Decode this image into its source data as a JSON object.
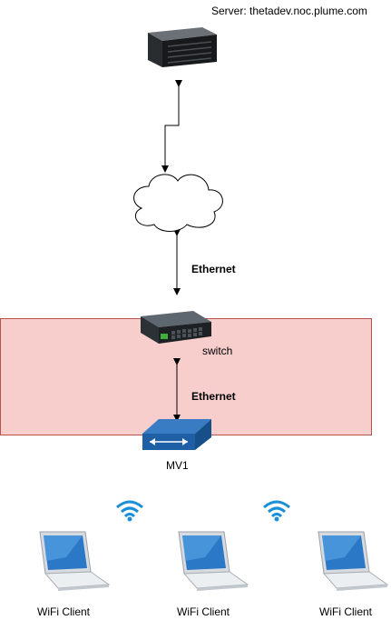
{
  "server": {
    "label": "Server: thetadev.noc.plume.com"
  },
  "links": {
    "upper_label": "Ethernet",
    "lower_label": "Ethernet"
  },
  "switch": {
    "label": "switch"
  },
  "router": {
    "label": "MV1"
  },
  "clients": [
    {
      "label": "WiFi Client"
    },
    {
      "label": "WiFi Client"
    },
    {
      "label": "WiFi Client"
    }
  ],
  "colors": {
    "zone_fill": "#f8cecc",
    "zone_border": "#b85450",
    "router_blue": "#1f5fa6",
    "wifi_blue": "#1a8fd9"
  }
}
